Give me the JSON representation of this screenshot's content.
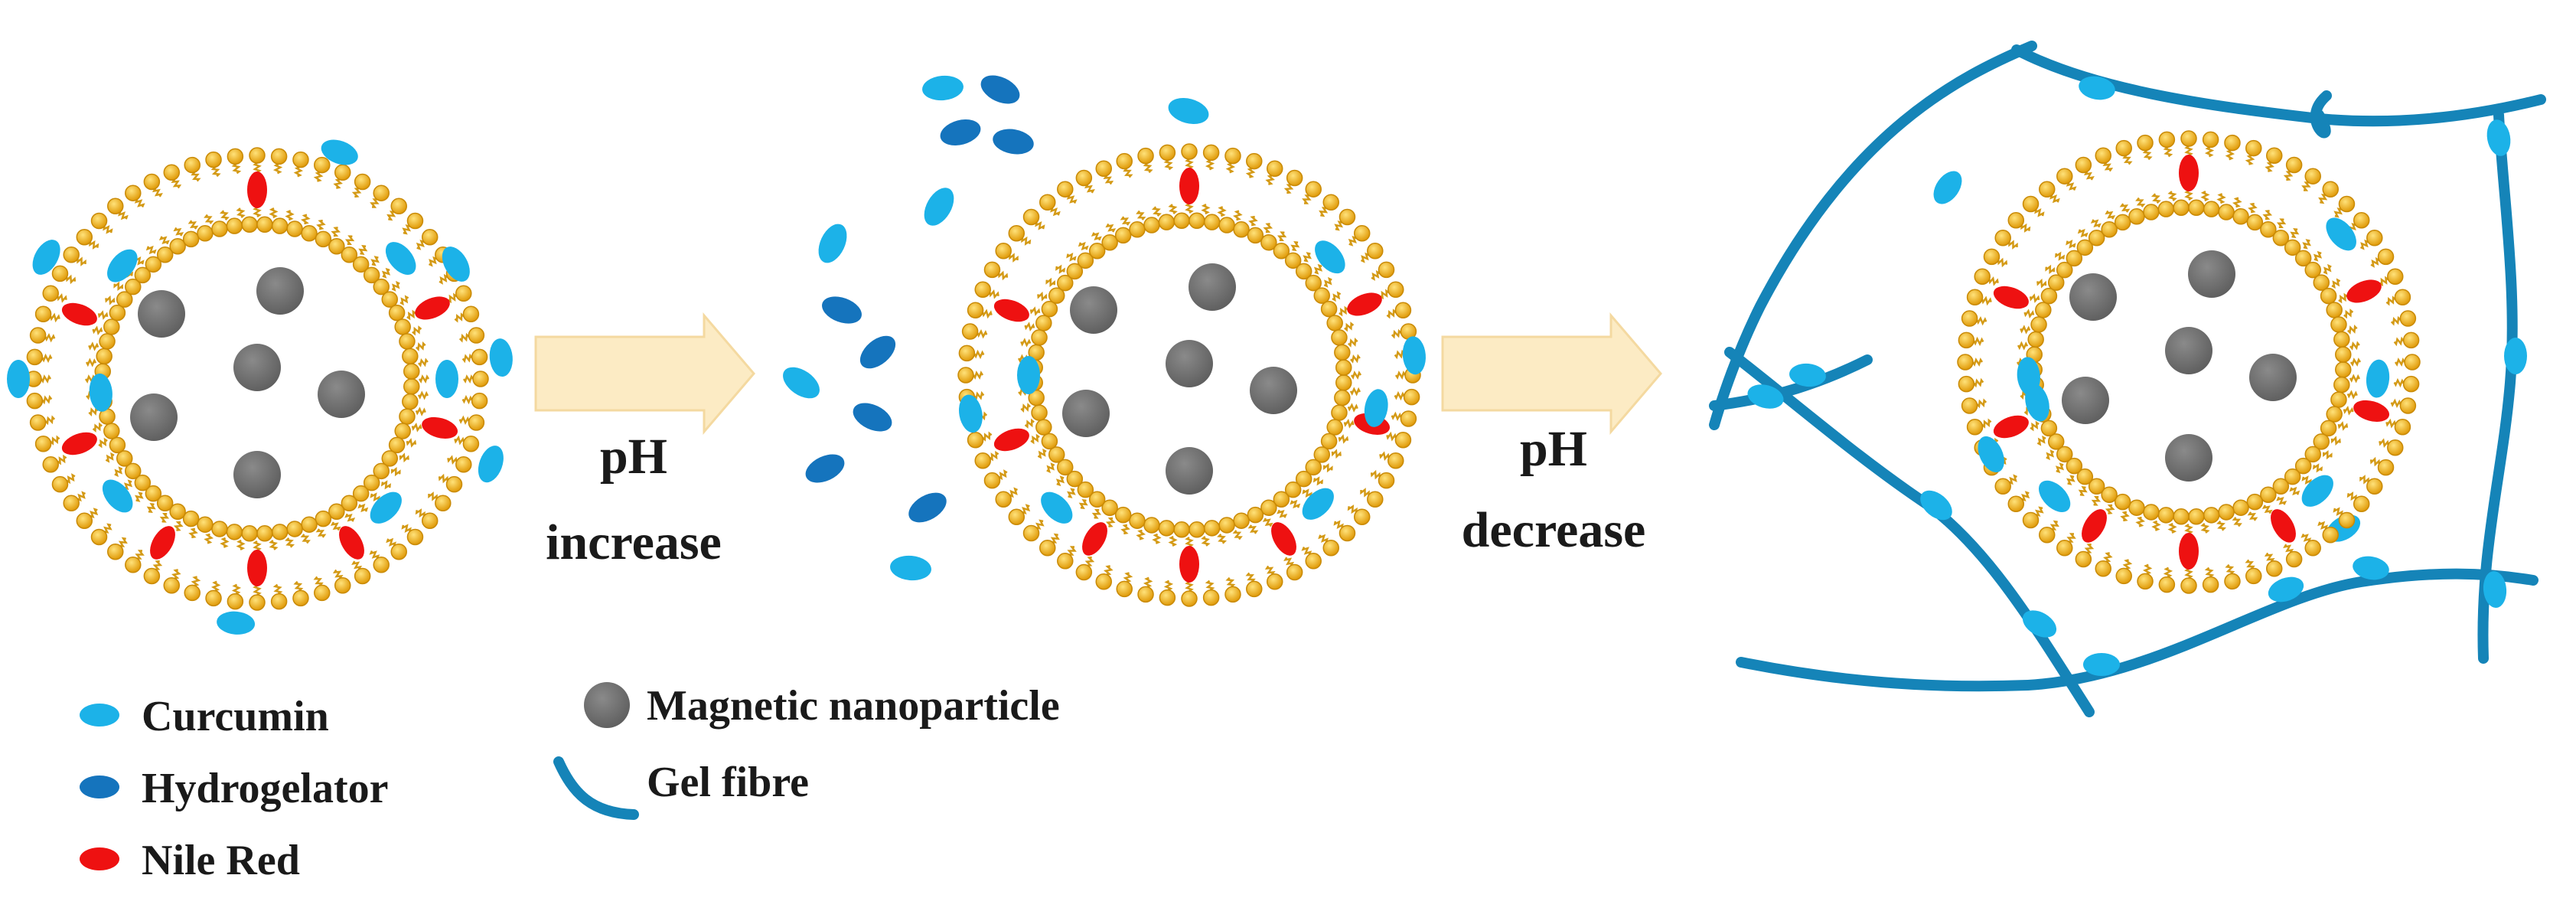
{
  "colors": {
    "curcumin": "#1cb2e8",
    "hydrogelator": "#1574bd",
    "nile_red": "#ee1111",
    "nanoparticle": "#707070",
    "gel_fibre": "#1584b8",
    "lipid": "#f2b21c",
    "arrow": "#fcebc4"
  },
  "steps": {
    "arrow1": {
      "line1": "pH",
      "line2": "increase"
    },
    "arrow2": {
      "line1": "pH",
      "line2": "decrease"
    }
  },
  "legend": {
    "curcumin": "Curcumin",
    "hydrogelator": "Hydrogelator",
    "nile_red": "Nile Red",
    "nanoparticle": "Magnetic nanoparticle",
    "gel_fibre": "Gel fibre"
  }
}
